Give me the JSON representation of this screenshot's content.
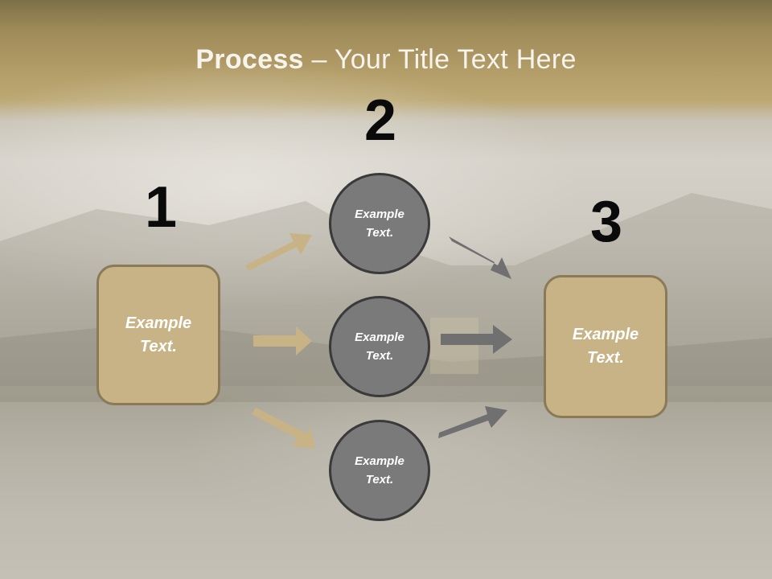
{
  "slide": {
    "title_bold": "Process",
    "title_rest": " – Your Title Text Here",
    "step_numbers": [
      "1",
      "2",
      "3"
    ],
    "left_box": "Example\nText.",
    "circles": [
      "Example\nText.",
      "Example\nText.",
      "Example\nText."
    ],
    "right_box": "Example\nText."
  },
  "colors": {
    "box_fill": "#c7b386",
    "circle_fill": "#7a7a7a",
    "tan_arrow": "#c7b386",
    "gray_arrow": "#707070"
  }
}
